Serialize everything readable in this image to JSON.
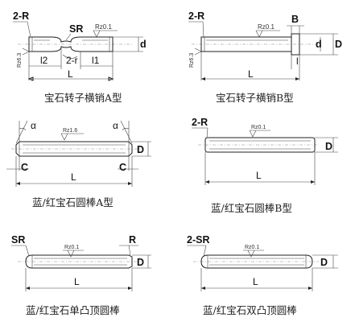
{
  "captions": {
    "a": "宝石转子横销A型",
    "b": "宝石转子横销B型",
    "c": "蓝/红宝石圆棒A型",
    "d": "蓝/红宝石圆棒B型",
    "e": "蓝/红宝石单凸顶圆棒",
    "f": "蓝/红宝石双凸顶圆棒"
  },
  "labels": {
    "a": {
      "edge": "2-R",
      "sr": "SR",
      "rz_top": "Rz0.1",
      "rz_side": "Rz6.3",
      "d": "d",
      "l2": "l2",
      "r": "2-r",
      "l1": "l1",
      "L": "L"
    },
    "b": {
      "edge": "2-R",
      "B": "B",
      "rz_top": "Rz0.1",
      "rz_side": "Rz6.3",
      "D": "D",
      "d": "d",
      "l": "l",
      "L": "L"
    },
    "c": {
      "alpha_left": "α",
      "rz": "Rz1.6",
      "alpha_right": "α",
      "D": "D",
      "C_left": "C",
      "C_right": "C",
      "L": "L"
    },
    "d": {
      "edge": "2-R",
      "rz": "Rz0.1",
      "D": "D",
      "L": "L"
    },
    "e": {
      "sr": "SR",
      "rz": "Rz0.1",
      "r": "R",
      "D": "D",
      "L": "L"
    },
    "f": {
      "sr": "2-SR",
      "rz": "Rz0.1",
      "D": "D",
      "L": "L"
    }
  }
}
